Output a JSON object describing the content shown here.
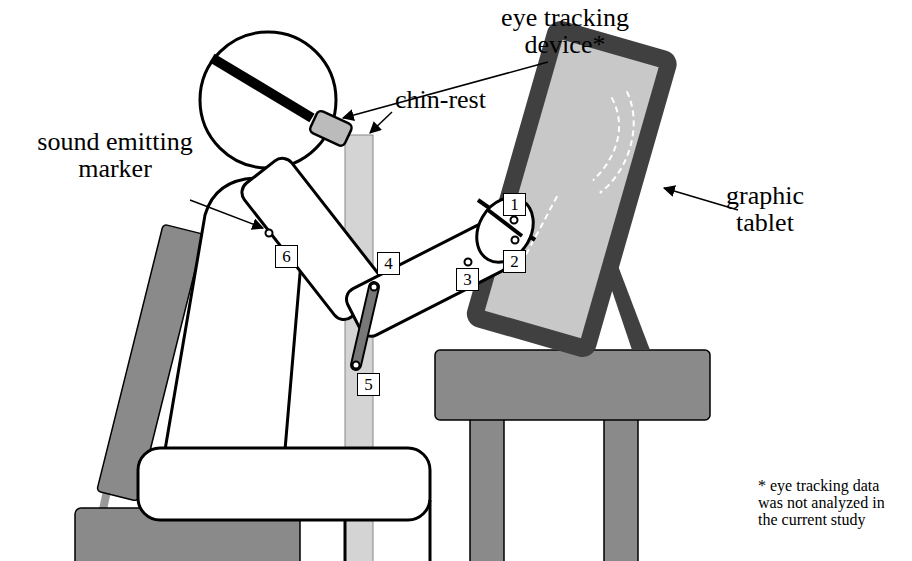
{
  "diagram": {
    "nodes": [
      {
        "text": [
          "1"
        ]
      },
      {
        "text": [
          "2"
        ]
      },
      {
        "text": [
          "3"
        ]
      },
      {
        "text": [
          "4"
        ]
      },
      {
        "text": [
          "5"
        ]
      },
      {
        "text": [
          "6"
        ]
      }
    ],
    "labels": [
      "eye tracking device*",
      "sound emitting marker",
      "chin-rest",
      "graphic tablet",
      "* eye tracking data was not analyzed in the current study"
    ]
  }
}
